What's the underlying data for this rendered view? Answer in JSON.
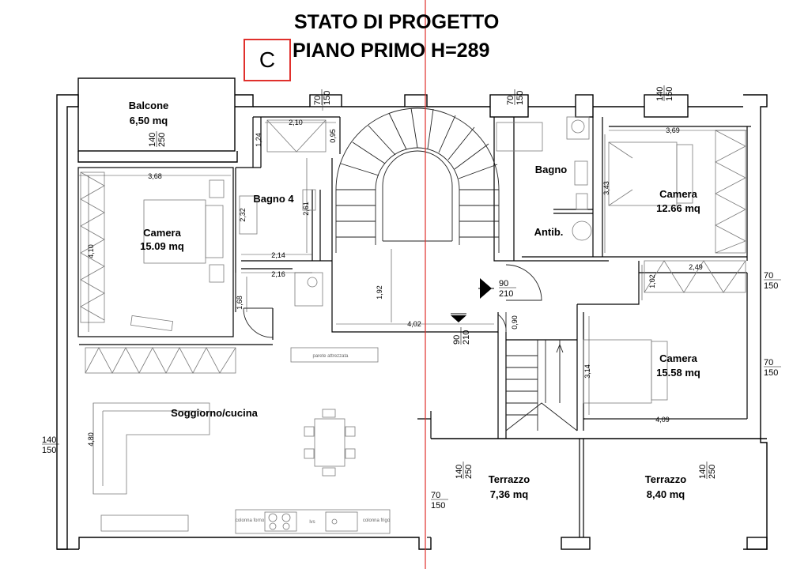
{
  "title": {
    "line1": "STATO DI PROGETTO",
    "line2": "PIANO PRIMO H=289",
    "marker": "C"
  },
  "colors": {
    "wall": "#000000",
    "line": "#333333",
    "furniture": "#7a7a7a",
    "section_line": "#e0302c"
  },
  "rooms": [
    {
      "name": "Balcone",
      "area": "6,50 mq"
    },
    {
      "name": "Bagno 4",
      "area": ""
    },
    {
      "name": "Camera",
      "area": "15.09 mq"
    },
    {
      "name": "Bagno",
      "area": ""
    },
    {
      "name": "Antib.",
      "area": ""
    },
    {
      "name": "Camera",
      "area": "12.66 mq"
    },
    {
      "name": "Camera",
      "area": "15.58 mq"
    },
    {
      "name": "Soggiorno/cucina",
      "area": ""
    },
    {
      "name": "Terrazzo",
      "area": "7,36 mq"
    },
    {
      "name": "Terrazzo",
      "area": "8,40 mq"
    }
  ],
  "dimensions": {
    "camera_left_width": "3,68",
    "camera_left_height": "4,10",
    "bagno4_width": "2,10",
    "bagno4_side": "1,24",
    "bagno4_door": "0,95",
    "bagno4_height": "2,61",
    "bagno4_inner": "2,32",
    "corridor_a": "2,14",
    "corridor_b": "2,16",
    "corridor_height": "1,68",
    "stair_width": "4,02",
    "stair_height": "1,92",
    "camera_tr_width": "3,69",
    "camera_tr_height": "3,43",
    "camera_mid_width": "2,49",
    "camera_mid_small": "1,02",
    "camera_br_width": "4,09",
    "camera_br_height": "3,14",
    "soggiorno_height": "4,80",
    "landing_small": "0,90"
  },
  "openings": {
    "balcone_window": {
      "w": "140",
      "h": "250"
    },
    "top_window_1": {
      "w": "70",
      "h": "150"
    },
    "top_window_2": {
      "w": "70",
      "h": "150"
    },
    "top_window_3": {
      "w": "140",
      "h": "150"
    },
    "right_window_1": {
      "w": "70",
      "h": "150"
    },
    "right_window_2": {
      "w": "70",
      "h": "150"
    },
    "left_window": {
      "w": "140",
      "h": "150"
    },
    "terrazzo_door_1": {
      "w": "140",
      "h": "250"
    },
    "terrazzo_door_2": {
      "w": "140",
      "h": "250"
    },
    "terrazzo_window": {
      "w": "70",
      "h": "150"
    },
    "entrance_door": {
      "w": "90",
      "h": "210"
    },
    "stair_door": {
      "w": "90",
      "h": "210"
    }
  },
  "fixtures": {
    "parete": "parete attrezzata",
    "colonna_forno": "colonna forno",
    "colonna_frigo": "colonna frigo",
    "lvs": "lvs"
  }
}
